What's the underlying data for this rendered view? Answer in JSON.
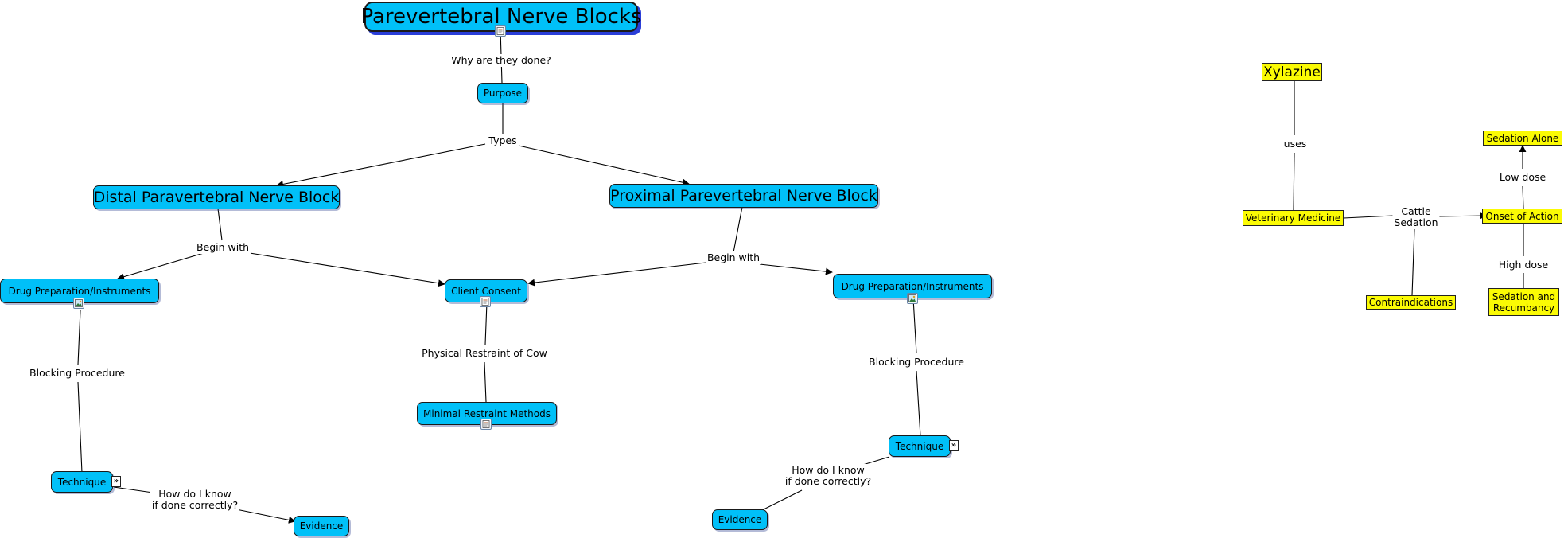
{
  "nodes": {
    "title": "Parevertebral Nerve Blocks",
    "purpose": "Purpose",
    "distal": "Distal Paravertebral Nerve Block",
    "proximal": "Proximal Parevertebral Nerve Block",
    "drug_left": "Drug Preparation/Instruments",
    "client_consent": "Client Consent",
    "drug_right": "Drug Preparation/Instruments",
    "minimal_restraint": "Minimal Restraint Methods",
    "technique_left": "Technique",
    "technique_right": "Technique",
    "evidence_left": "Evidence",
    "evidence_right": "Evidence",
    "xylazine": "Xylazine",
    "vet_medicine": "Veterinary Medicine",
    "onset": "Onset of Action",
    "sedation_alone": "Sedation Alone",
    "sedation_recumbancy": "Sedation and Recumbancy",
    "contraindications": "Contraindications"
  },
  "links": {
    "why": "Why are they done?",
    "types": "Types",
    "begin_left": "Begin with",
    "begin_right": "Begin with",
    "blocking_left": "Blocking Procedure",
    "blocking_right": "Blocking Procedure",
    "physical_restraint": "Physical Restraint of Cow",
    "how_left": "How do I know\nif done correctly?",
    "how_right": "How do I know\nif done correctly?",
    "uses": "uses",
    "cattle_sedation": "Cattle\nSedation",
    "low_dose": "Low dose",
    "high_dose": "High dose"
  },
  "colors": {
    "concept_fill": "#00c0f8",
    "highlight_fill": "#fbfb04",
    "title_shadow": "#2a3ed8"
  },
  "icons": [
    "document-icon",
    "image-icon",
    "expand-arrows-icon"
  ]
}
